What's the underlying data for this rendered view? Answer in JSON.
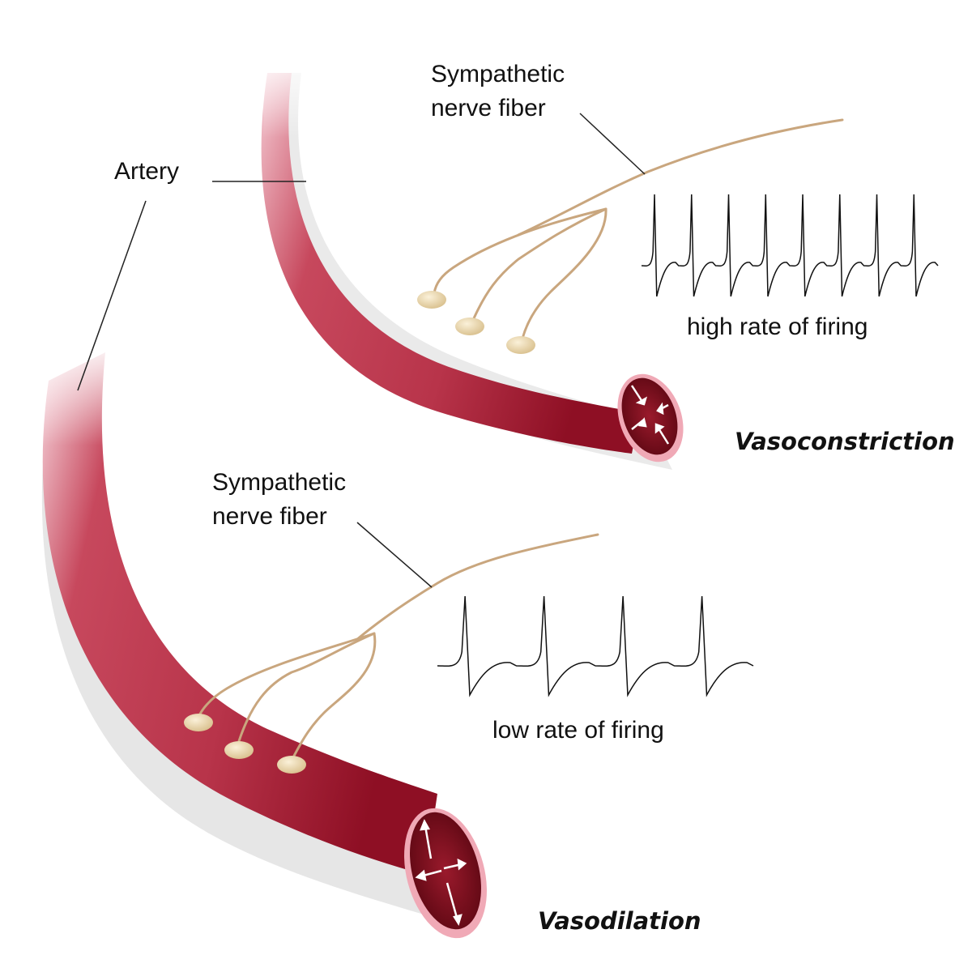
{
  "labels": {
    "artery": "Artery",
    "top_nerve_line1": "Sympathetic",
    "top_nerve_line2": "nerve fiber",
    "bottom_nerve_line1": "Sympathetic",
    "bottom_nerve_line2": "nerve fiber",
    "high_rate": "high rate of firing",
    "low_rate": "low rate of firing",
    "vasoconstriction": "Vasoconstriction",
    "vasodilation": "Vasodilation"
  },
  "colors": {
    "artery_dark": "#8e0f24",
    "artery_mid": "#b8344a",
    "artery_light": "#f4c9d2",
    "lumen": "#6d0a18",
    "nerve": "#c9a67e",
    "synapse": "#e3cfa4",
    "leader_line": "#222222",
    "trace": "#111111",
    "shadow": "#dcdcdc"
  },
  "icons": {
    "constriction_arrows": "arrows-inward-icon",
    "dilation_arrows": "arrows-outward-icon"
  }
}
